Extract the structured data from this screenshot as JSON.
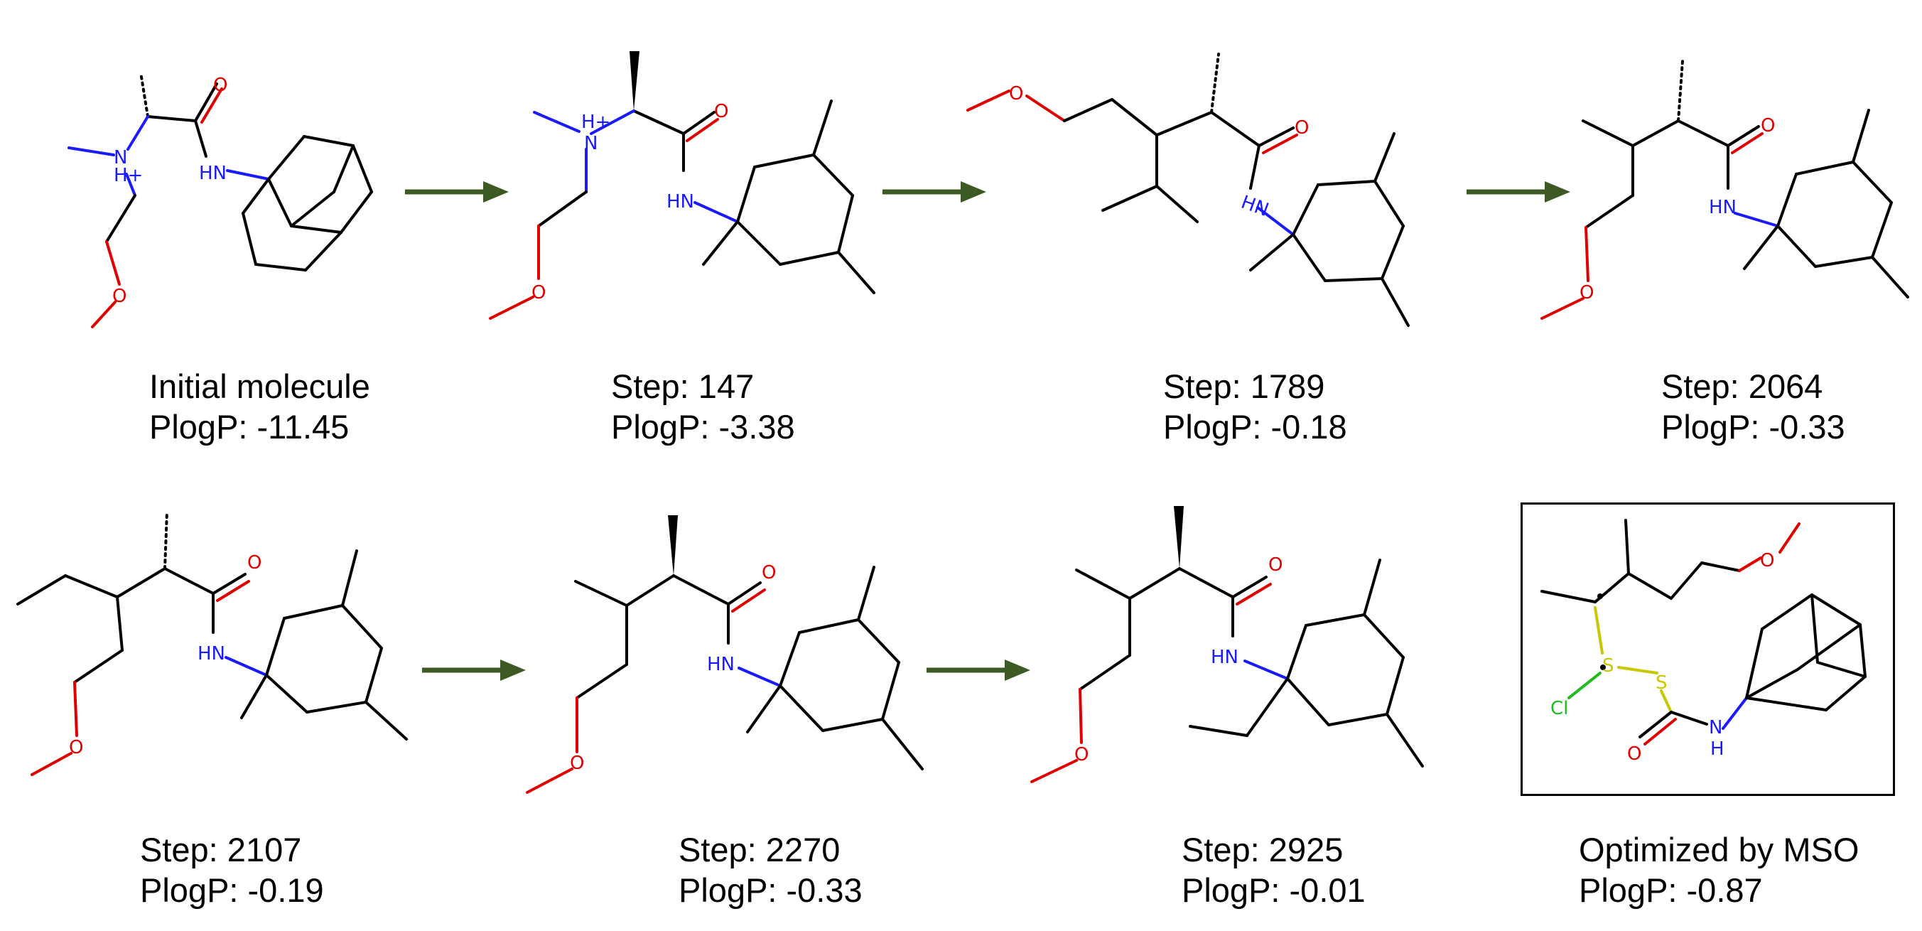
{
  "colors": {
    "carbon": "#000000",
    "nitrogen": "#1a1aff",
    "oxygen": "#e00000",
    "sulfur": "#c8c800",
    "chlorine": "#22bb22",
    "arrow": "#3d5a24"
  },
  "panels": [
    {
      "title": "Initial molecule",
      "plogp": "PlogP: -11.45"
    },
    {
      "title": "Step: 147",
      "plogp": "PlogP: -3.38"
    },
    {
      "title": "Step: 1789",
      "plogp": "PlogP: -0.18"
    },
    {
      "title": "Step: 2064",
      "plogp": "PlogP: -0.33"
    },
    {
      "title": "Step: 2107",
      "plogp": "PlogP: -0.19"
    },
    {
      "title": "Step: 2270",
      "plogp": "PlogP: -0.33"
    },
    {
      "title": "Step: 2925",
      "plogp": "PlogP: -0.01"
    },
    {
      "title": "Optimized by MSO",
      "plogp": "PlogP: -0.87"
    }
  ],
  "atom_labels": {
    "nh_plus": "H+",
    "n": "N",
    "hn": "HN",
    "nh_inv": "HN",
    "o": "O",
    "s": "S",
    "cl": "Cl",
    "n_bottom": "N",
    "h_bottom": "H"
  }
}
